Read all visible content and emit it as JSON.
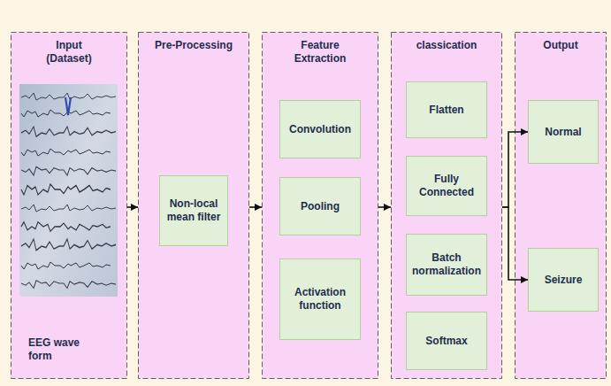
{
  "diagram": {
    "nodes": [
      {
        "text": [
          "Input (Dataset)",
          "EEG wave form"
        ]
      },
      {
        "text": [
          "Pre-Processing"
        ]
      },
      {
        "text": [
          "Non-local mean filter"
        ],
        "in": 1
      },
      {
        "text": [
          "Feature Extraction"
        ]
      },
      {
        "text": [
          "Convolution"
        ],
        "in": 3
      },
      {
        "text": [
          "Pooling"
        ],
        "in": 3
      },
      {
        "text": [
          "Activation function"
        ],
        "in": 3
      },
      {
        "text": [
          "classication"
        ]
      },
      {
        "text": [
          "Flatten"
        ],
        "in": 7
      },
      {
        "text": [
          "Fully Connected"
        ],
        "in": 7
      },
      {
        "text": [
          "Batch normalization"
        ],
        "in": 7
      },
      {
        "text": [
          "Softmax"
        ],
        "in": 7
      },
      {
        "text": [
          "Output"
        ]
      },
      {
        "text": [
          "Normal"
        ],
        "in": 12
      },
      {
        "text": [
          "Seizure"
        ],
        "in": 12
      }
    ],
    "edges": [
      {
        "from": 0,
        "to": 1,
        "arrow": "to"
      },
      {
        "from": 1,
        "to": 3,
        "arrow": "to"
      },
      {
        "from": 3,
        "to": 7,
        "arrow": "to"
      },
      {
        "from": 7,
        "to": 13,
        "arrow": "to"
      },
      {
        "from": 7,
        "to": 14,
        "arrow": "to"
      }
    ]
  }
}
